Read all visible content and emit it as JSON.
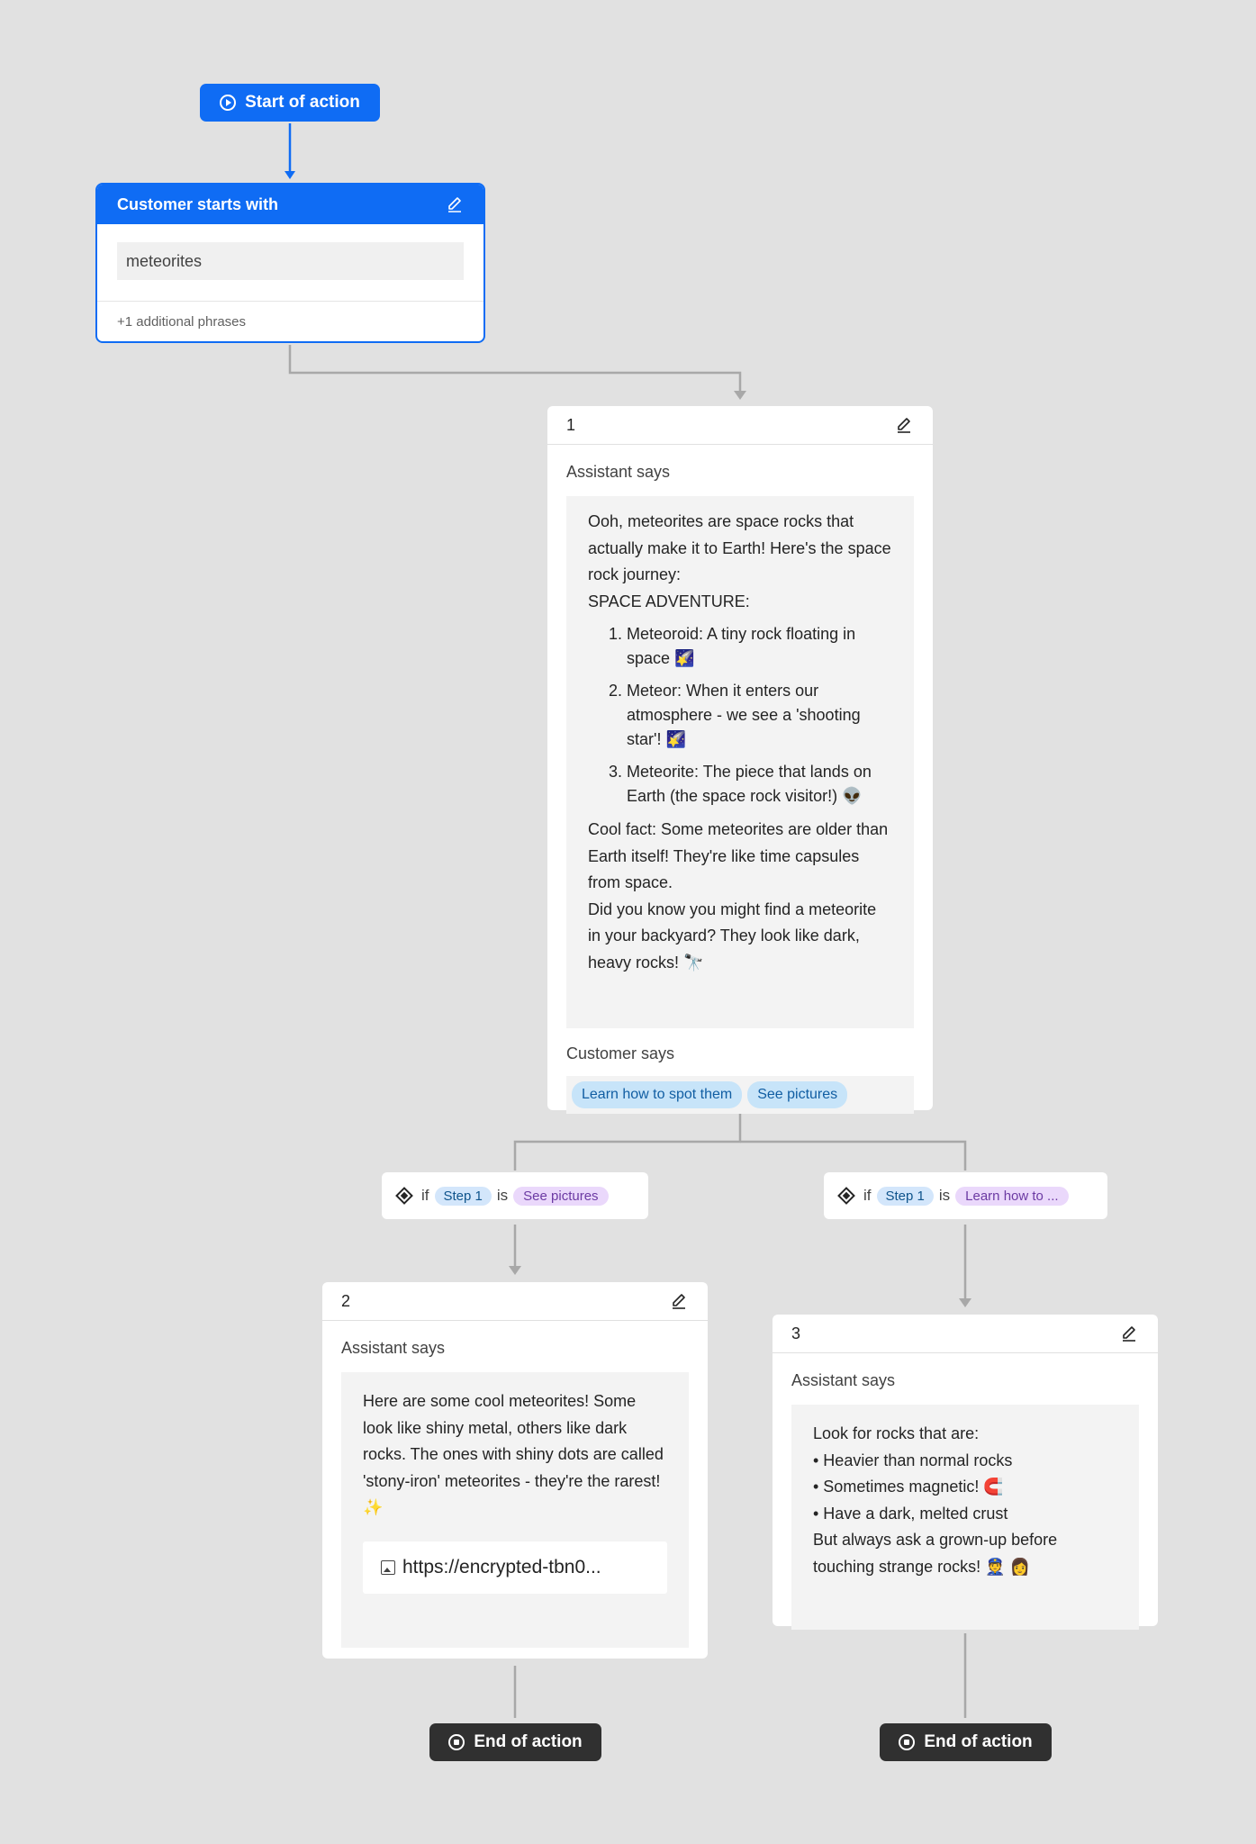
{
  "start": {
    "label": "Start of action"
  },
  "trigger": {
    "title": "Customer starts with",
    "phrase": "meteorites",
    "footer": "+1 additional phrases"
  },
  "step1": {
    "number": "1",
    "assistant_label": "Assistant says",
    "intro": [
      "Ooh, meteorites are space rocks that actually make it to Earth! Here's the space rock journey:",
      "SPACE ADVENTURE:"
    ],
    "list": [
      "Meteoroid: A tiny rock floating in space 🌠",
      "Meteor: When it enters our atmosphere - we see a 'shooting star'! 🌠",
      "Meteorite: The piece that lands on Earth (the space rock visitor!) 👽"
    ],
    "outro": [
      "Cool fact: Some meteorites are older than Earth itself! They're like time capsules from space.",
      "Did you know you might find a meteorite in your backyard? They look like dark, heavy rocks! 🔭"
    ],
    "customer_label": "Customer says",
    "chips": [
      "Learn how to spot them",
      "See pictures"
    ]
  },
  "cond_left": {
    "if": "if",
    "step": "Step 1",
    "is": "is",
    "value": "See pictures"
  },
  "cond_right": {
    "if": "if",
    "step": "Step 1",
    "is": "is",
    "value": "Learn how to ..."
  },
  "step2": {
    "number": "2",
    "assistant_label": "Assistant says",
    "message": "Here are some cool meteorites! Some look like shiny metal, others like dark rocks. The ones with shiny dots are called 'stony-iron' meteorites - they're the rarest! ✨",
    "url": "https://encrypted-tbn0..."
  },
  "step3": {
    "number": "3",
    "assistant_label": "Assistant says",
    "lines": [
      "Look for rocks that are:",
      "• Heavier than normal rocks",
      "• Sometimes magnetic! 🧲",
      "• Have a dark, melted crust",
      "But always ask a grown-up before touching strange rocks! 👮 👩"
    ]
  },
  "end_left": {
    "label": "End of action"
  },
  "end_right": {
    "label": "End of action"
  },
  "colors": {
    "accent": "#0f6cf4",
    "canvas": "#e1e1e1",
    "connector": "#a8a8a8",
    "end": "#303030"
  }
}
